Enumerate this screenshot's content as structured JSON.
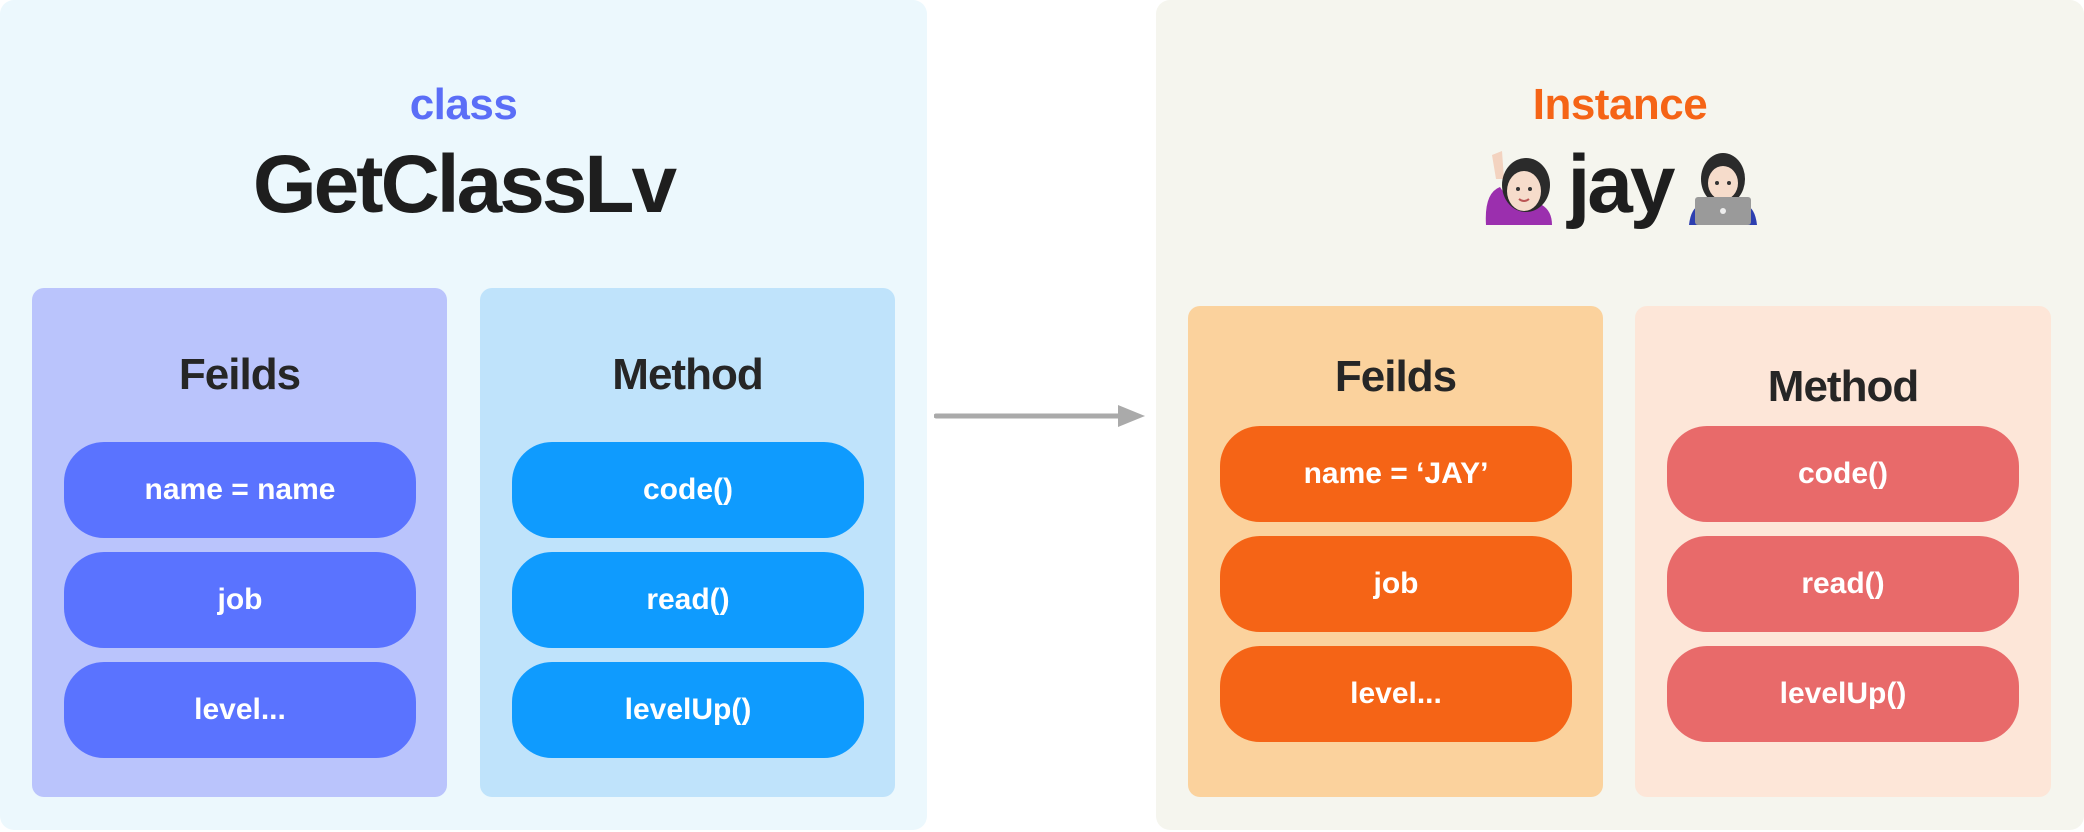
{
  "class_side": {
    "kicker": "class",
    "title": "GetClassLv",
    "fields": {
      "heading": "Feilds",
      "items": [
        "name = name",
        "job",
        "level..."
      ]
    },
    "methods": {
      "heading": "Method",
      "items": [
        "code()",
        "read()",
        "levelUp()"
      ]
    },
    "colors": {
      "background": "#ecf8fd",
      "kicker": "#5b6ef7",
      "fields_box": "#bac4fc",
      "fields_pill": "#5a73ff",
      "methods_box": "#bfe3fb",
      "methods_pill": "#0f9bfe"
    }
  },
  "arrow": {
    "color": "#aaaaaa"
  },
  "instance_side": {
    "kicker": "Instance",
    "title": "jay",
    "title_icons": [
      "person-raising-hand-icon",
      "technologist-icon"
    ],
    "fields": {
      "heading": "Feilds",
      "items": [
        "name = ‘JAY’",
        "job",
        "level..."
      ]
    },
    "methods": {
      "heading": "Method",
      "items": [
        "code()",
        "read()",
        "levelUp()"
      ]
    },
    "colors": {
      "background": "#f5f5ee",
      "kicker": "#f56416",
      "fields_box": "#fbd29d",
      "fields_pill": "#f56416",
      "methods_box": "#fde6d8",
      "methods_pill": "#e86a6a"
    }
  }
}
